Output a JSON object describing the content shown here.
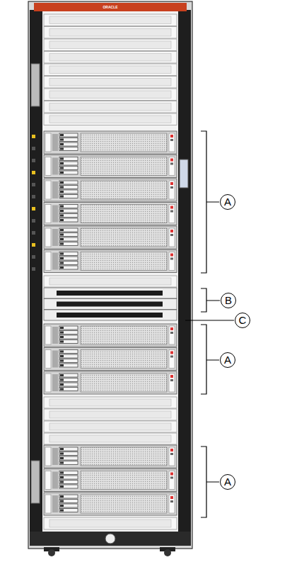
{
  "diagram": {
    "labels": [
      "ORACLE",
      "A",
      "B",
      "C",
      "A",
      "A"
    ]
  }
}
